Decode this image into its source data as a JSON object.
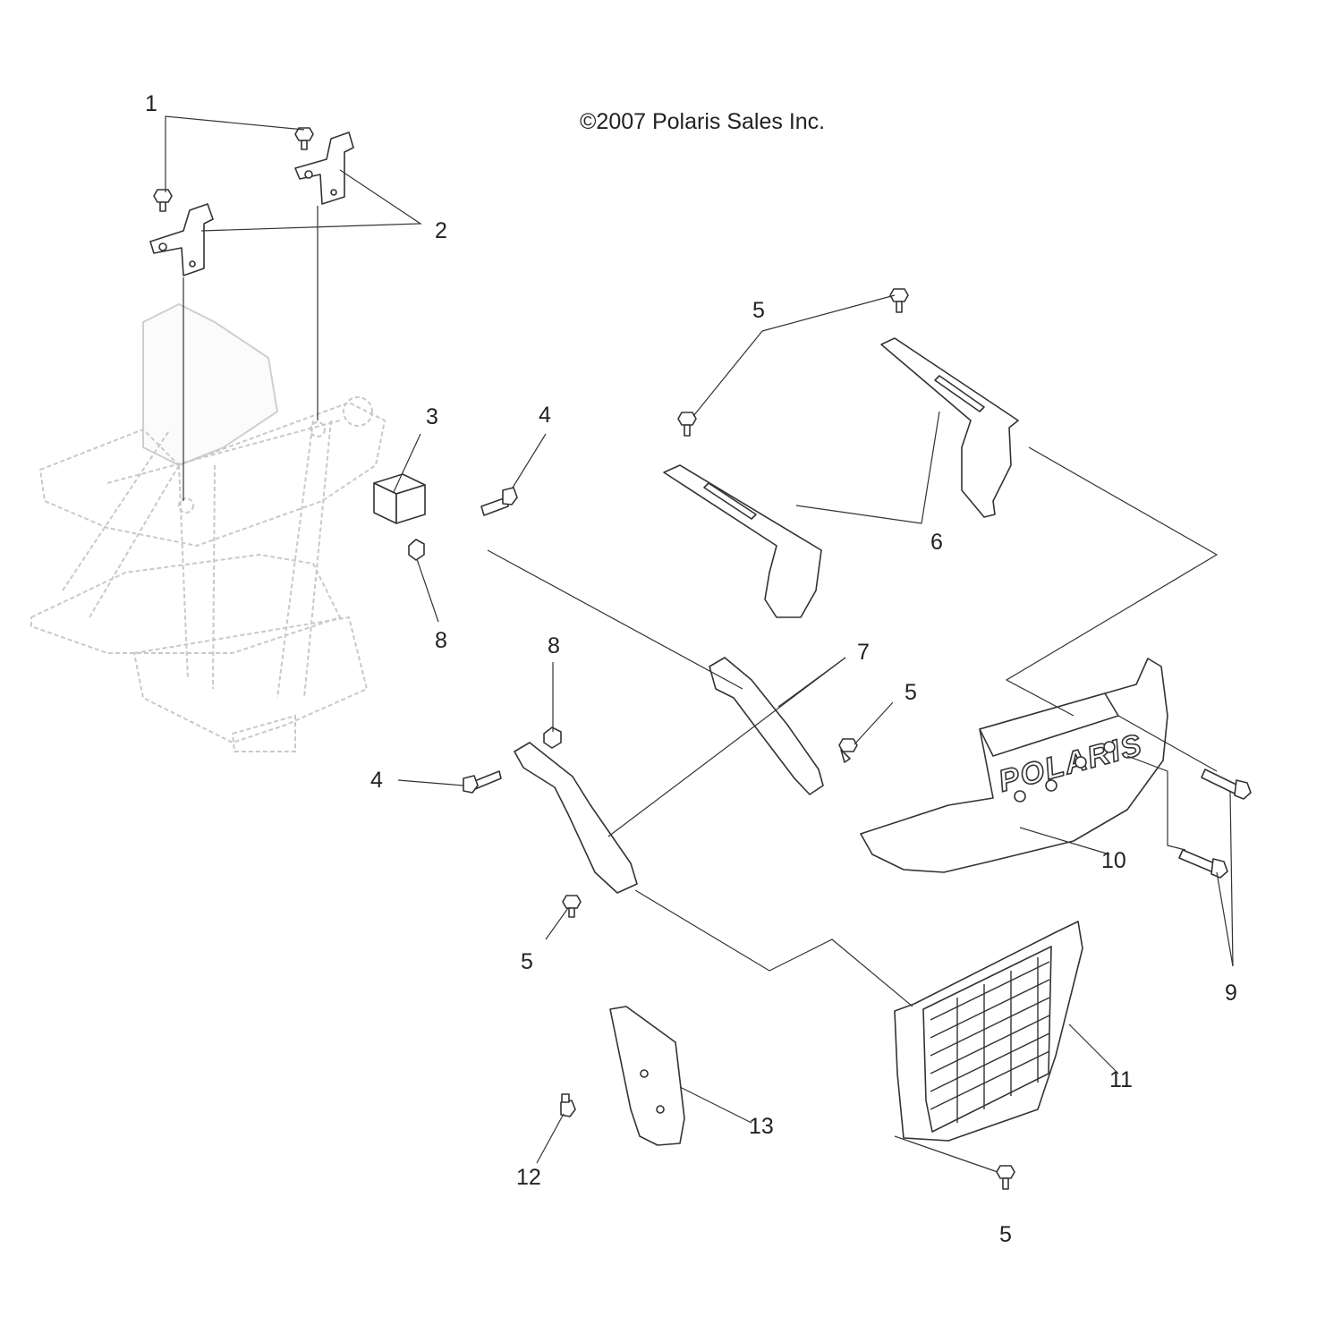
{
  "copyright": "©2007 Polaris Sales Inc.",
  "grille_logo": "POLARIS",
  "callouts": {
    "c1": "1",
    "c2": "2",
    "c3": "3",
    "c4a": "4",
    "c4b": "4",
    "c5a": "5",
    "c5b": "5",
    "c5c": "5",
    "c5d": "5",
    "c6": "6",
    "c7": "7",
    "c8a": "8",
    "c8b": "8",
    "c9": "9",
    "c10": "10",
    "c11": "11",
    "c12": "12",
    "c13": "13"
  }
}
